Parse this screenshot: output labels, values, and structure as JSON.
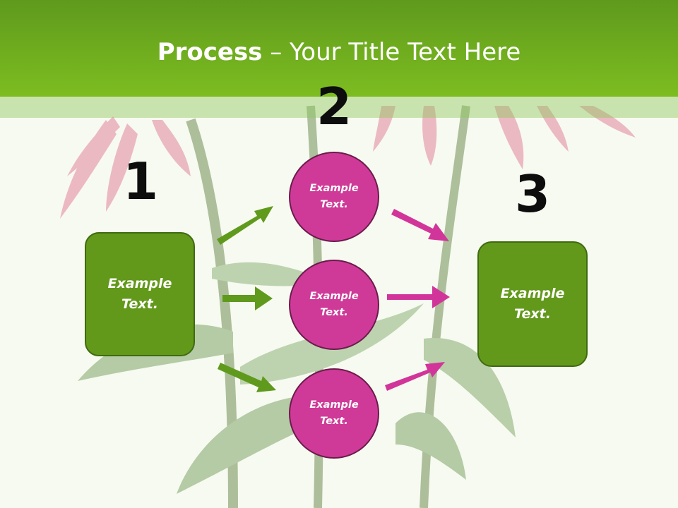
{
  "title": {
    "bold": "Process",
    "rest": " – Your Title Text Here"
  },
  "steps": {
    "one": "1",
    "two": "2",
    "three": "3"
  },
  "left_box": {
    "text": "Example\nText."
  },
  "right_box": {
    "text": "Example\nText."
  },
  "circles": [
    {
      "text": "Example\nText."
    },
    {
      "text": "Example\nText."
    },
    {
      "text": "Example\nText."
    }
  ],
  "colors": {
    "header_green": "#7dbd20",
    "box_green": "#62991a",
    "circle_magenta": "#cf3a98",
    "arrow_green": "#5f9a1d",
    "arrow_magenta": "#d2359a"
  }
}
